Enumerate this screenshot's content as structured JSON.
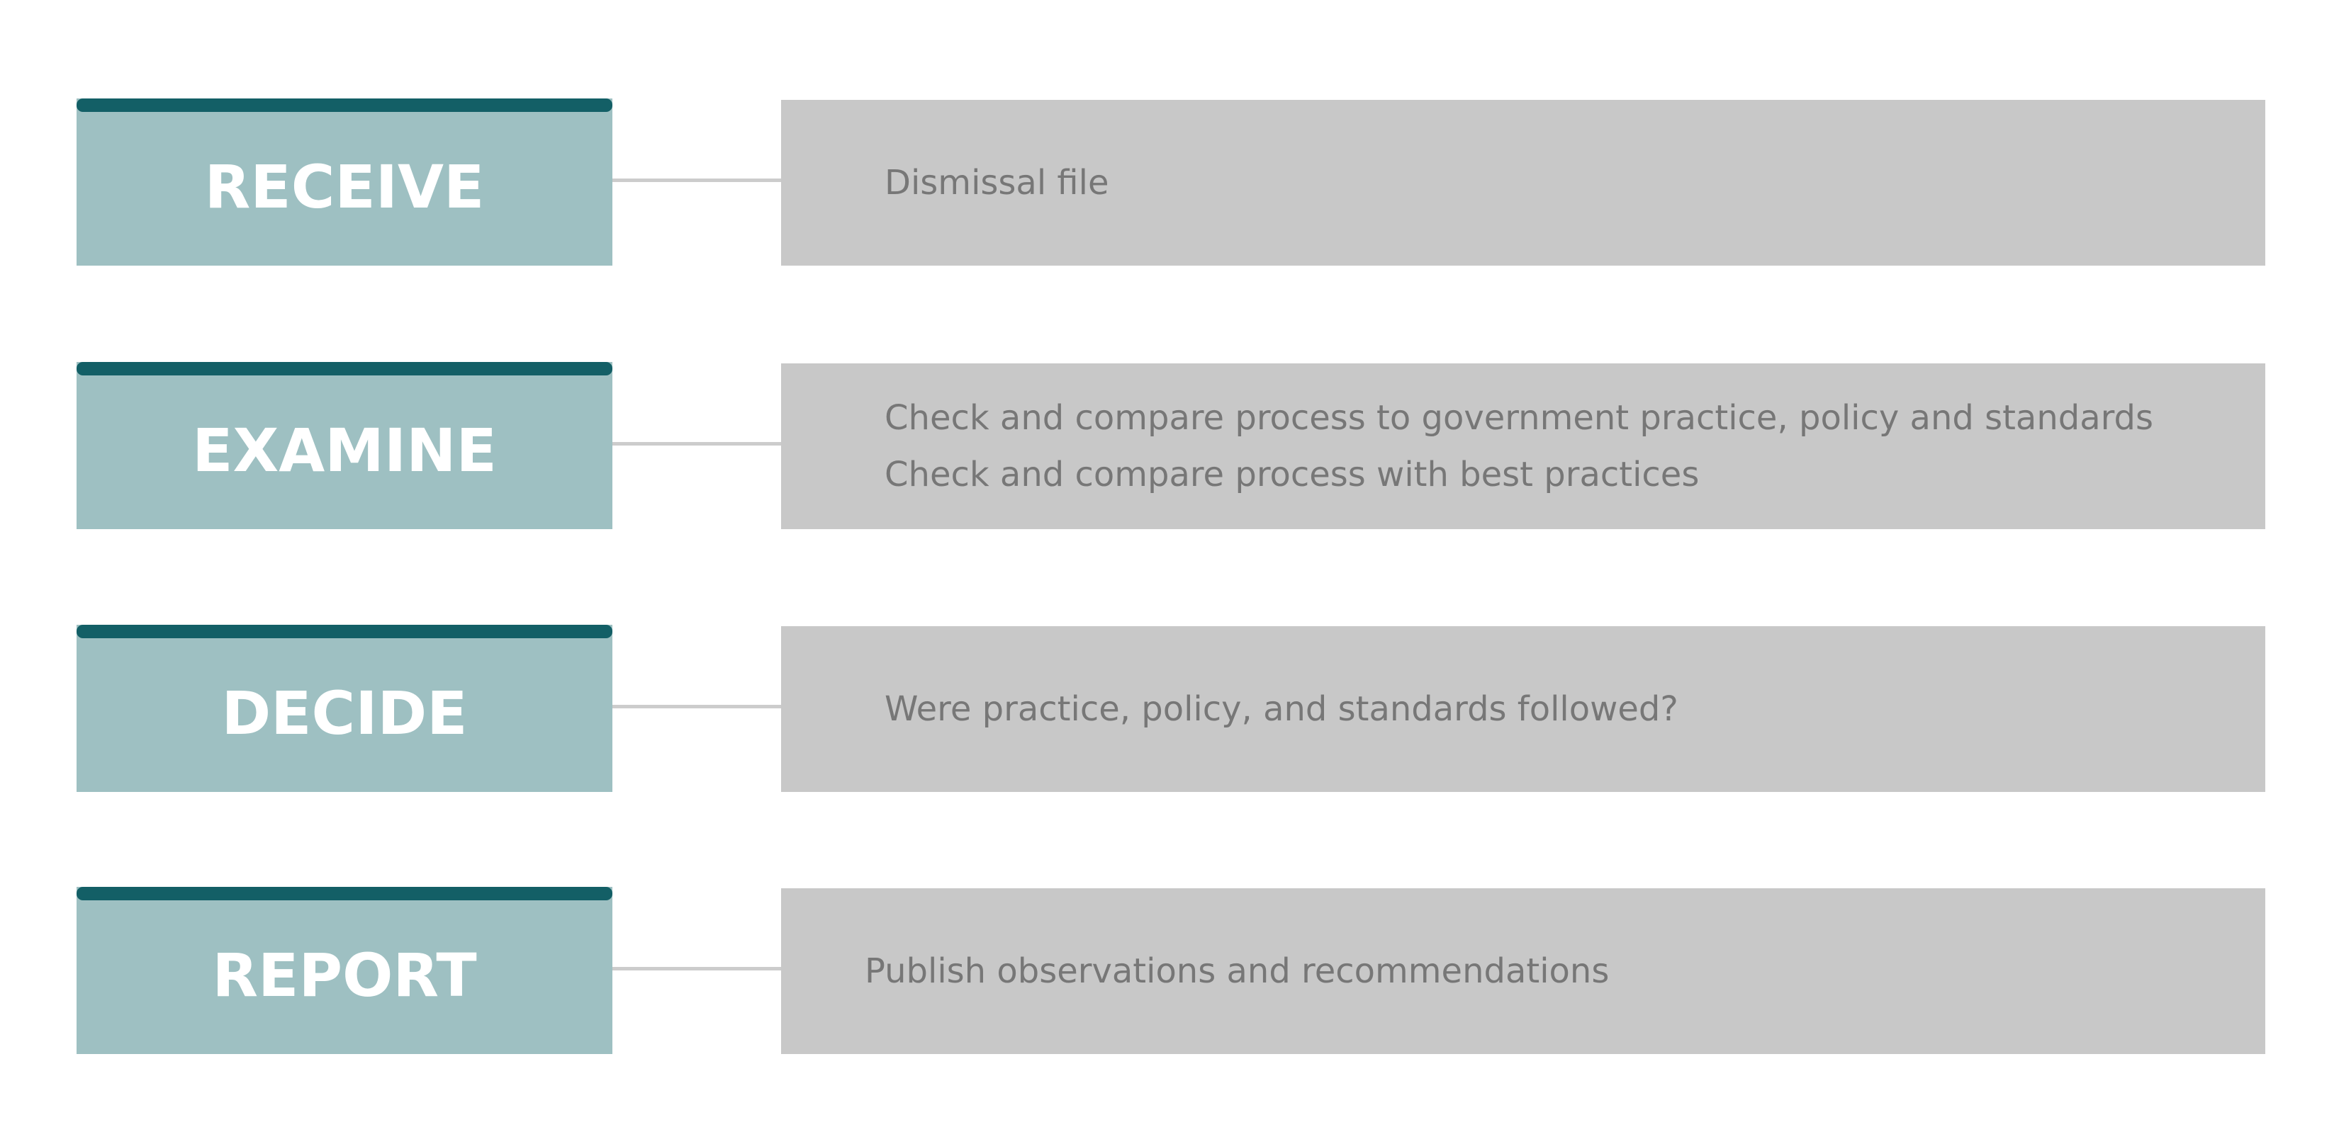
{
  "steps": [
    {
      "label": "RECEIVE",
      "lines": [
        "Dismissal file"
      ]
    },
    {
      "label": "EXAMINE",
      "lines": [
        "Check and compare process to government practice, policy and standards",
        "Check and compare process with best practices"
      ]
    },
    {
      "label": "DECIDE",
      "lines": [
        "Were practice, policy, and standards followed?"
      ]
    },
    {
      "label": "REPORT",
      "lines": [
        "Publish observations and recommendations"
      ]
    }
  ],
  "colors": {
    "step_fill": "#9ec0c2",
    "step_bar": "#135f66",
    "desc_fill": "#c8c8c8",
    "desc_text": "#777777",
    "connector": "#cccccc"
  }
}
